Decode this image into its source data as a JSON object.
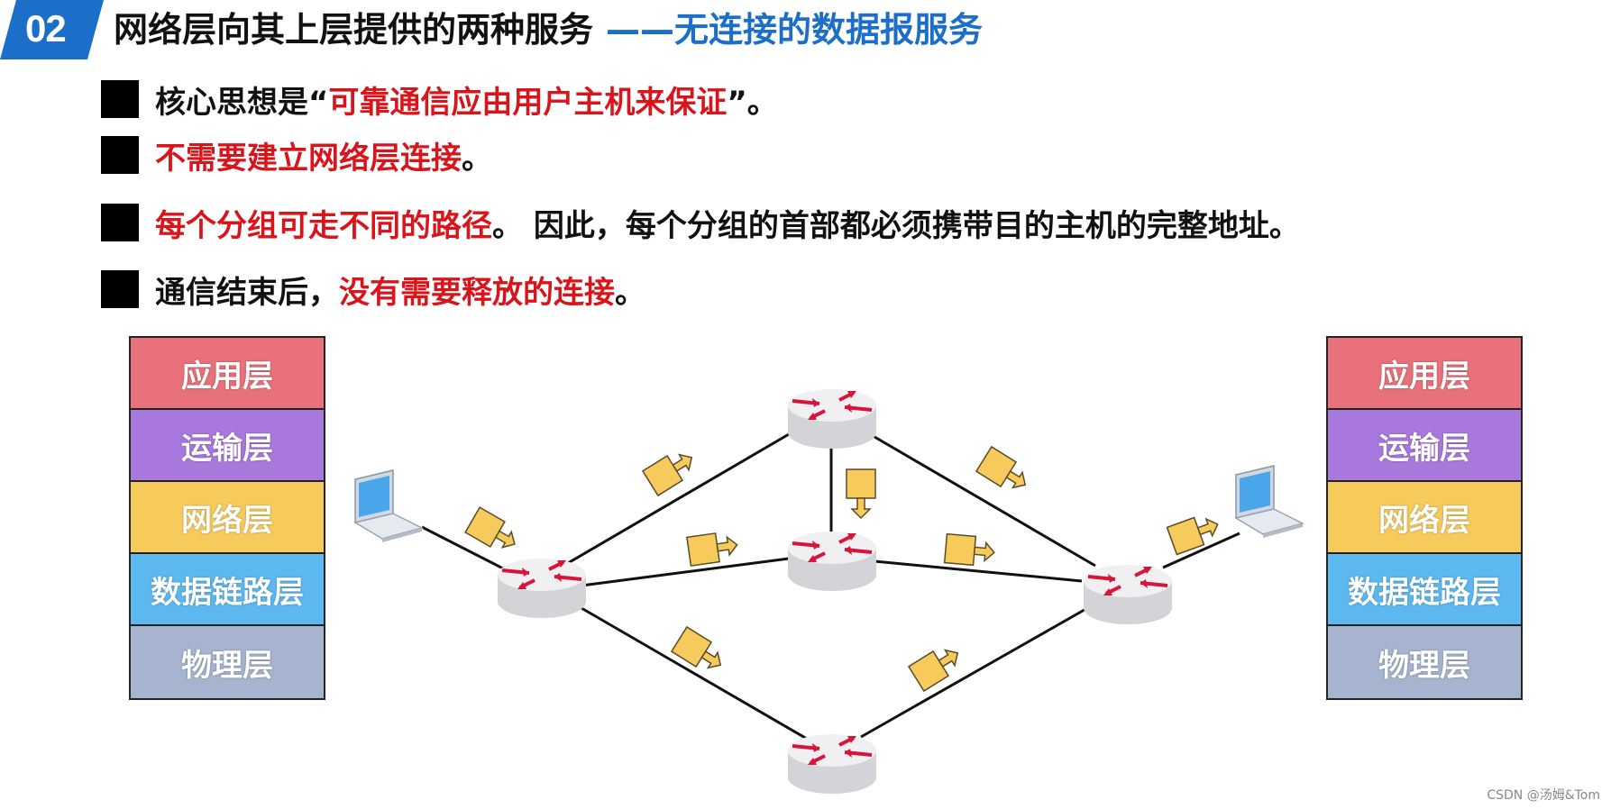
{
  "header": {
    "badge": "02",
    "title": "网络层向其上层提供的两种服务",
    "dash": "——",
    "subtitle": "无连接的数据报服务"
  },
  "bullets": [
    {
      "segments": [
        {
          "text": "核心思想是“",
          "red": false
        },
        {
          "text": "可靠通信应由用户主机来保证",
          "red": true
        },
        {
          "text": "”。",
          "red": false
        }
      ]
    },
    {
      "segments": [
        {
          "text": "不需要建立网络层连接",
          "red": true
        },
        {
          "text": "。",
          "red": false
        }
      ]
    },
    {
      "segments": [
        {
          "text": "每个分组可走不同的路径",
          "red": true
        },
        {
          "text": "。 因此，每个分组的首部都必须携带目的主机的完整地址。",
          "red": false
        }
      ]
    },
    {
      "segments": [
        {
          "text": "通信结束后，",
          "red": false
        },
        {
          "text": "没有需要释放的连接",
          "red": true
        },
        {
          "text": "。",
          "red": false
        }
      ]
    }
  ],
  "left_stack": {
    "layers": [
      "应用层",
      "运输层",
      "网络层",
      "数据链路层",
      "物理层"
    ]
  },
  "right_stack": {
    "layers": [
      "应用层",
      "运输层",
      "网络层",
      "数据链路层",
      "物理层"
    ]
  },
  "colors": {
    "accent_blue": "#1b6fc9",
    "highlight_red": "#d9141b",
    "packet_yellow": "#f6cb5c",
    "layer_app": "#e8717b",
    "layer_transport": "#a978dc",
    "layer_network": "#f6cb5c",
    "layer_datalink": "#5db8f0",
    "layer_physical": "#a6b4cf"
  },
  "watermark": "CSDN @汤姆&Tom"
}
